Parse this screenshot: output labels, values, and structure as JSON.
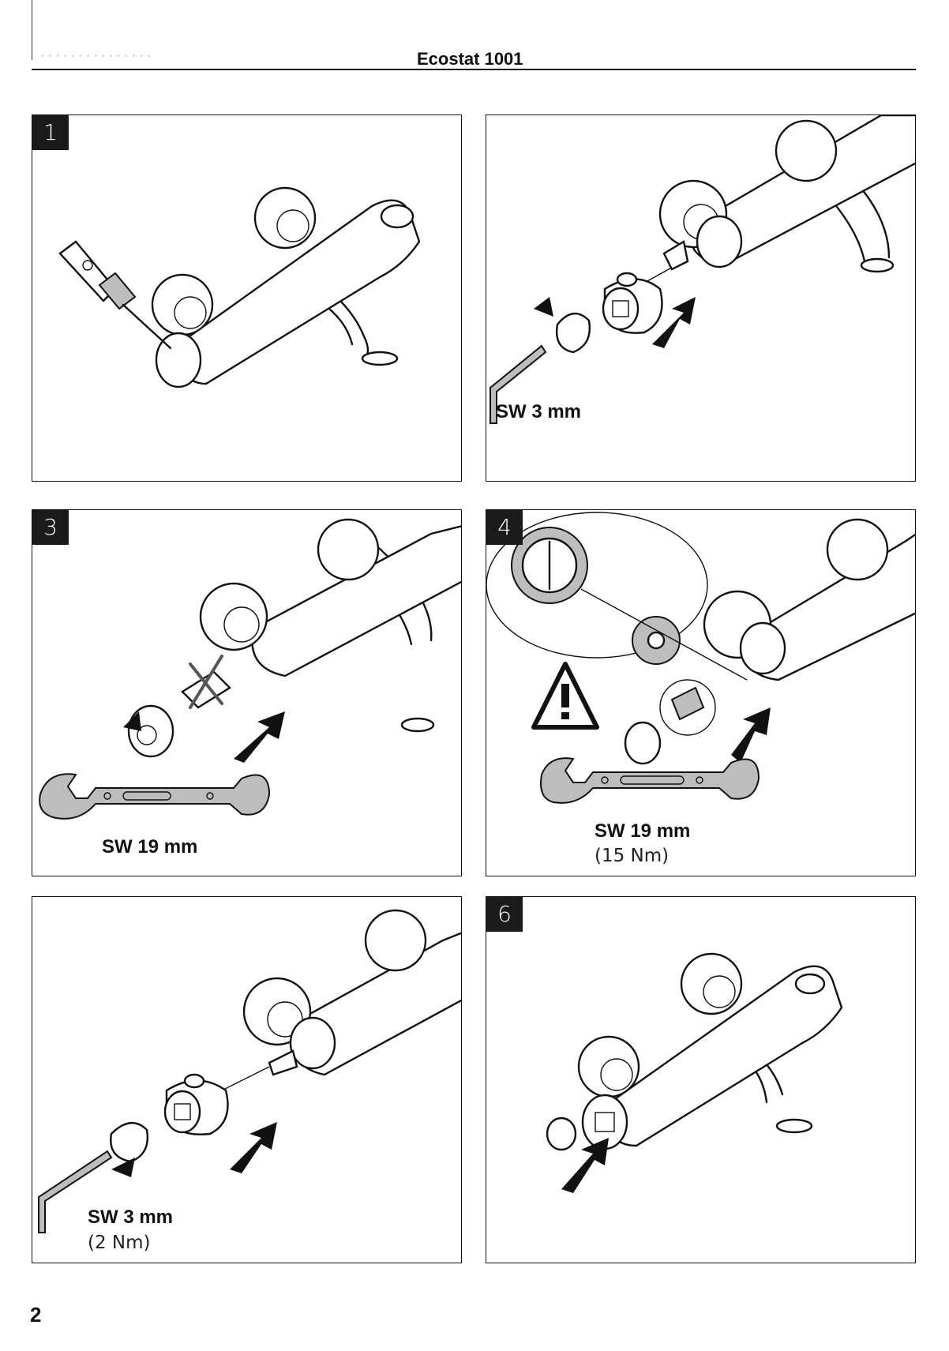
{
  "header": {
    "title": "Ecostat 1001"
  },
  "page_number": "2",
  "steps": [
    {
      "number": "1",
      "tool_label": "",
      "torque_label": ""
    },
    {
      "number": "",
      "tool_label": "SW 3 mm",
      "torque_label": ""
    },
    {
      "number": "3",
      "tool_label": "SW 19 mm",
      "torque_label": ""
    },
    {
      "number": "4",
      "tool_label": "SW 19 mm",
      "torque_label": "(15 Nm)"
    },
    {
      "number": "",
      "tool_label": "SW 3 mm",
      "torque_label": "(2 Nm)"
    },
    {
      "number": "6",
      "tool_label": "",
      "torque_label": ""
    }
  ],
  "icons": {
    "warning": "warning-triangle-icon",
    "hex_key": "hex-key-icon",
    "wrench": "open-end-wrench-icon",
    "arrow": "direction-arrow-icon"
  }
}
